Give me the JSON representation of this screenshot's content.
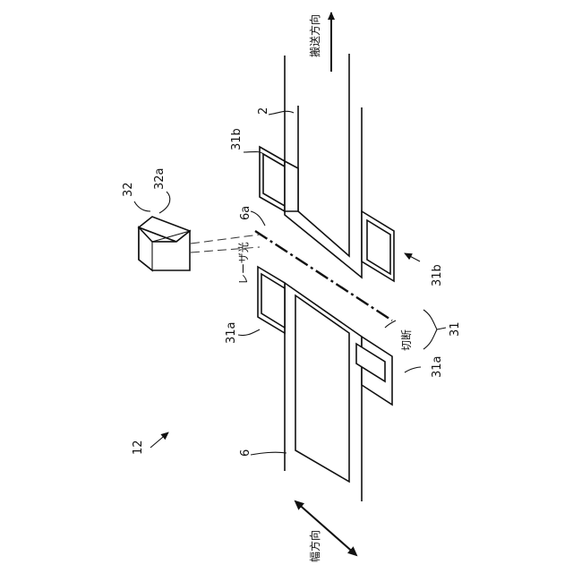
{
  "figure": {
    "labels": {
      "apparatus": "12",
      "device": "32",
      "laser_head": "32a",
      "web_upper": "2",
      "web_lower": "6",
      "cut_line": "6a",
      "holder_upper": "31b",
      "holder_upper_right": "31b",
      "holder_lower": "31a",
      "holder_lower_right": "31a",
      "holder_group": "31"
    },
    "text": {
      "conveying_direction": "搬送方向",
      "width_direction": "幅方向",
      "laser_light": "レーザ光",
      "cutting": "切断"
    }
  }
}
